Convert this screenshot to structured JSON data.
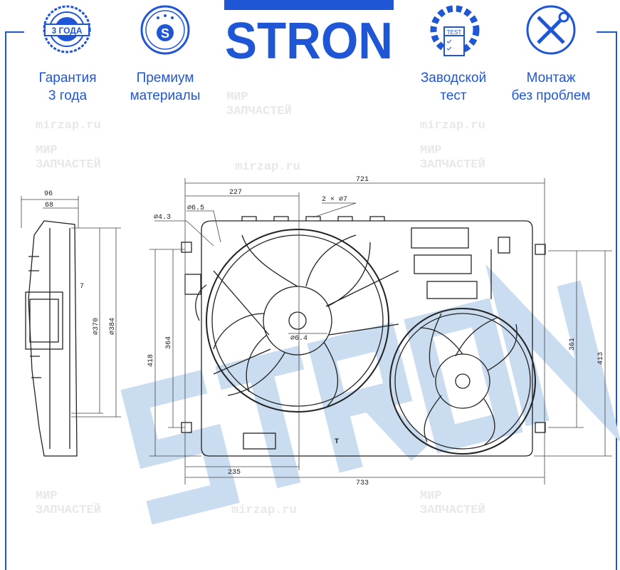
{
  "brand": {
    "logo_text": "STRON",
    "color": "#1f56d6",
    "watermark_color": "#c9dcf0"
  },
  "watermark": {
    "line1": "МИР",
    "line2": "ЗАПЧАСТЕЙ",
    "site": "mirzap.ru"
  },
  "features": [
    {
      "icon": "warranty-badge-icon",
      "badge_text": "3 ГОДА",
      "line1": "Гарантия",
      "line2": "3 года"
    },
    {
      "icon": "premium-s-icon",
      "badge_text": "S",
      "line1": "Премиум",
      "line2": "материалы"
    },
    {
      "icon": "test-gear-icon",
      "badge_text": "TEST",
      "line1": "Заводской",
      "line2": "тест"
    },
    {
      "icon": "tools-icon",
      "line1": "Монтаж",
      "line2": "без проблем"
    }
  ],
  "dimensions": {
    "side_width": "96",
    "side_depth": "68",
    "side_offset": "7",
    "diam_370": "⌀370",
    "diam_384": "⌀384",
    "width_top": "721",
    "hub_offset_top": "227",
    "holes": "2 × ⌀7",
    "hole_43": "⌀4.3",
    "hole_65": "⌀6.5",
    "hole_64": "⌀6.4",
    "height_418": "418",
    "height_364": "364",
    "height_361": "361",
    "height_413": "413",
    "hub_offset_bottom": "235",
    "width_bottom": "733",
    "mark_t": "T"
  }
}
